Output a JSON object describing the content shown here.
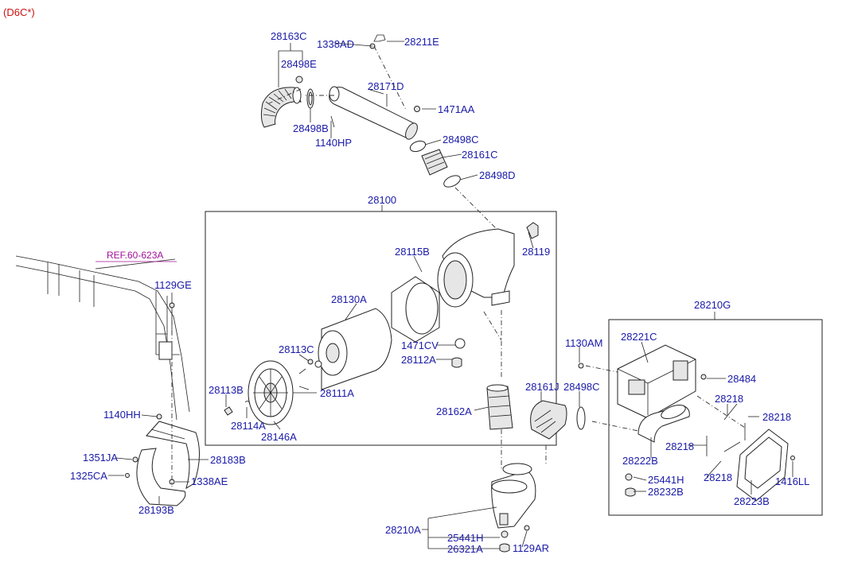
{
  "variant": "(D6C*)",
  "reference": "REF.60-623A",
  "labels": {
    "p28163C": "28163C",
    "p1338AD": "1338AD",
    "p28211E": "28211E",
    "p28498E": "28498E",
    "p28171D": "28171D",
    "p1471AA": "1471AA",
    "p28498B": "28498B",
    "p1140HP": "1140HP",
    "p28498C_top": "28498C",
    "p28161C": "28161C",
    "p28498D": "28498D",
    "p28100": "28100",
    "p28115B": "28115B",
    "p28119": "28119",
    "p1129GE": "1129GE",
    "p28130A": "28130A",
    "p1471CV": "1471CV",
    "p28112A": "28112A",
    "p28113C": "28113C",
    "p28113B": "28113B",
    "p28111A": "28111A",
    "p28114A": "28114A",
    "p28146A": "28146A",
    "p1140HH": "1140HH",
    "p1351JA": "1351JA",
    "p28183B": "28183B",
    "p1325CA": "1325CA",
    "p1338AE": "1338AE",
    "p28193B": "28193B",
    "p28162A": "28162A",
    "p28161J": "28161J",
    "p28498C_mid": "28498C",
    "p28210A": "28210A",
    "p25441H_bottom": "25441H",
    "p26321A": "26321A",
    "p1129AR": "1129AR",
    "p1130AM": "1130AM",
    "p28210G": "28210G",
    "p28221C": "28221C",
    "p28484": "28484",
    "p28218_a": "28218",
    "p28218_b": "28218",
    "p28218_c": "28218",
    "p28218_d": "28218",
    "p28222B": "28222B",
    "p25441H_right": "25441H",
    "p28232B": "28232B",
    "p28223B": "28223B",
    "p1416LL": "1416LL"
  }
}
